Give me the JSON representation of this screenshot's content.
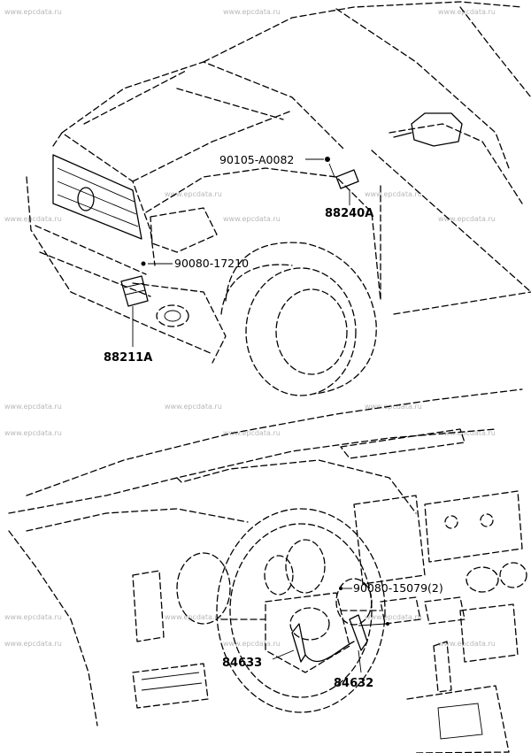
{
  "watermark": "www.epcdata.ru",
  "callouts": {
    "screw_90105": "90105-A0082",
    "module_88240": "88240A",
    "bolt_90080_17210": "90080-17210",
    "sensor_88211": "88211A",
    "screw_90080_15079": "90080-15079(2)",
    "switch_84633": "84633",
    "switch_84632": "84632"
  }
}
